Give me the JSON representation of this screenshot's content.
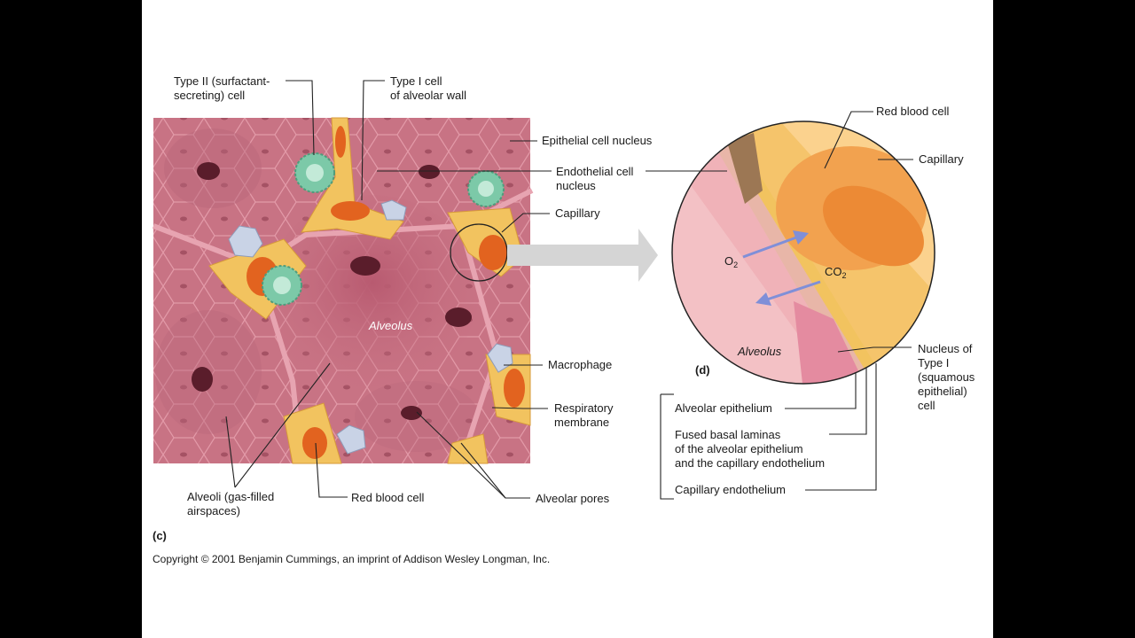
{
  "labels": {
    "type2_cell": "Type II (surfactant-\nsecreting) cell",
    "type1_cell": "Type I cell\nof alveolar wall",
    "epithelial_nucleus": "Epithelial cell nucleus",
    "endothelial_nucleus": "Endothelial cell\nnucleus",
    "capillary_c": "Capillary",
    "alveolus_c": "Alveolus",
    "macrophage": "Macrophage",
    "respiratory_membrane": "Respiratory\nmembrane",
    "alveoli": "Alveoli (gas-filled\nairspaces)",
    "red_blood_cell_c": "Red blood cell",
    "alveolar_pores": "Alveolar pores",
    "panel_c": "(c)",
    "red_blood_cell_d": "Red blood cell",
    "capillary_d": "Capillary",
    "o2_main": "O",
    "o2_sub": "2",
    "co2_main": "CO",
    "co2_sub": "2",
    "alveolus_d": "Alveolus",
    "panel_d": "(d)",
    "type1_nucleus": "Nucleus of\nType I\n(squamous\nepithelial)\ncell",
    "alveolar_epithelium": "Alveolar epithelium",
    "fused_basal_laminas": "Fused basal laminas\nof the alveolar epithelium\nand the capillary endothelium",
    "capillary_endothelium": "Capillary endothelium"
  },
  "copyright": "Copyright © 2001 Benjamin Cummings, an imprint of Addison Wesley Longman, Inc.",
  "colors": {
    "alveolar_tissue": "#c96f7f",
    "capillary_wall": "#f2c35f",
    "red_blood_cell": "#e2631f",
    "type2_cell": "#7cc9a8",
    "macrophage": "#c9d3e6",
    "gas_arrow": "#7f8fd8"
  }
}
